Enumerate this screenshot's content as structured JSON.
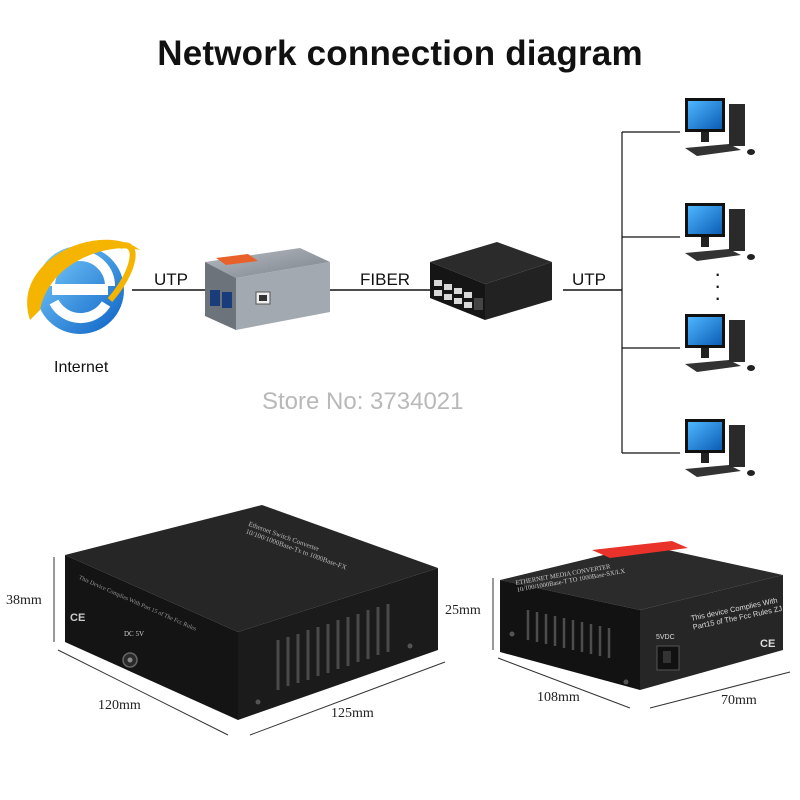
{
  "title": "Network connection diagram",
  "internet_label": "Internet",
  "links": {
    "left": "UTP",
    "middle": "FIBER",
    "right": "UTP"
  },
  "watermark": "Store No: 3734021",
  "dimensions": {
    "switch_height": "38mm",
    "switch_depth": "120mm",
    "switch_width": "125mm",
    "converter_height": "25mm",
    "converter_depth": "108mm",
    "converter_width": "70mm"
  },
  "switch_labels": {
    "top": "Ethernet Switch Converter",
    "model": "10/100/1000Base-Tx to 1000Base-FX",
    "note": "This Device Complies With Part 15 of The Fcc Rules",
    "dc": "DC 5V"
  },
  "converter_labels": {
    "top": "ETHERNET MEDIA CONVERTER",
    "model": "10/100/1000Base-T TO 1000Base-SX/LX",
    "note": "This device Complies With Part15 of The Fcc Rules ZJ",
    "dc": "5VDC"
  },
  "ce_mark": "CE",
  "colors": {
    "device_dark": "#1e1e1e",
    "converter_top": "#9aa0a8",
    "accent_orange": "#e8612a",
    "screen_blue": "#1a7fd4",
    "label_red": "#e8322a"
  }
}
